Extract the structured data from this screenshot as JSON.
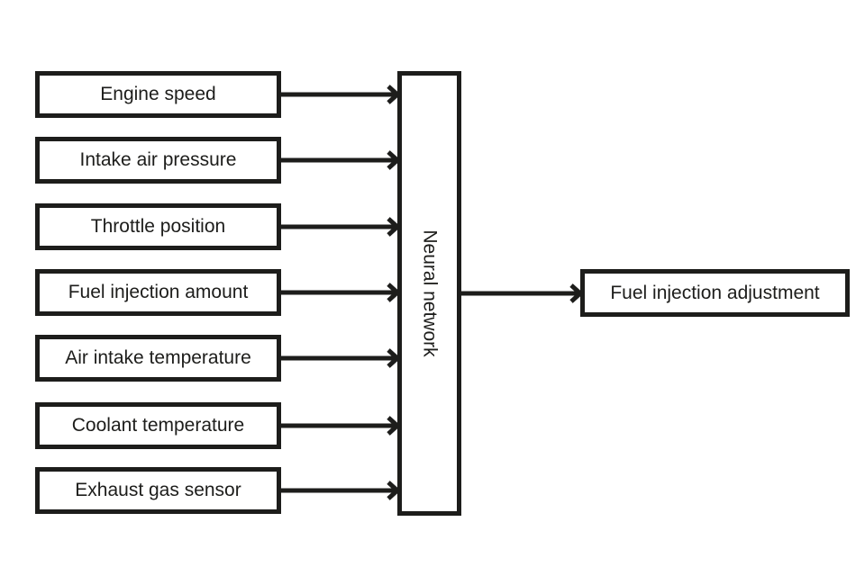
{
  "diagram": {
    "inputs": [
      {
        "label": "Engine speed"
      },
      {
        "label": "Intake air pressure"
      },
      {
        "label": "Throttle position"
      },
      {
        "label": "Fuel injection amount"
      },
      {
        "label": "Air intake temperature"
      },
      {
        "label": "Coolant temperature"
      },
      {
        "label": "Exhaust gas sensor"
      }
    ],
    "processor": {
      "label": "Neural network"
    },
    "output": {
      "label": "Fuel injection adjustment"
    },
    "edges": [
      {
        "from": "Engine speed",
        "to": "Neural network"
      },
      {
        "from": "Intake air pressure",
        "to": "Neural network"
      },
      {
        "from": "Throttle position",
        "to": "Neural network"
      },
      {
        "from": "Fuel injection amount",
        "to": "Neural network"
      },
      {
        "from": "Air intake temperature",
        "to": "Neural network"
      },
      {
        "from": "Coolant temperature",
        "to": "Neural network"
      },
      {
        "from": "Exhaust gas sensor",
        "to": "Neural network"
      },
      {
        "from": "Neural network",
        "to": "Fuel injection adjustment"
      }
    ],
    "stroke_color": "#1d1d1b"
  }
}
